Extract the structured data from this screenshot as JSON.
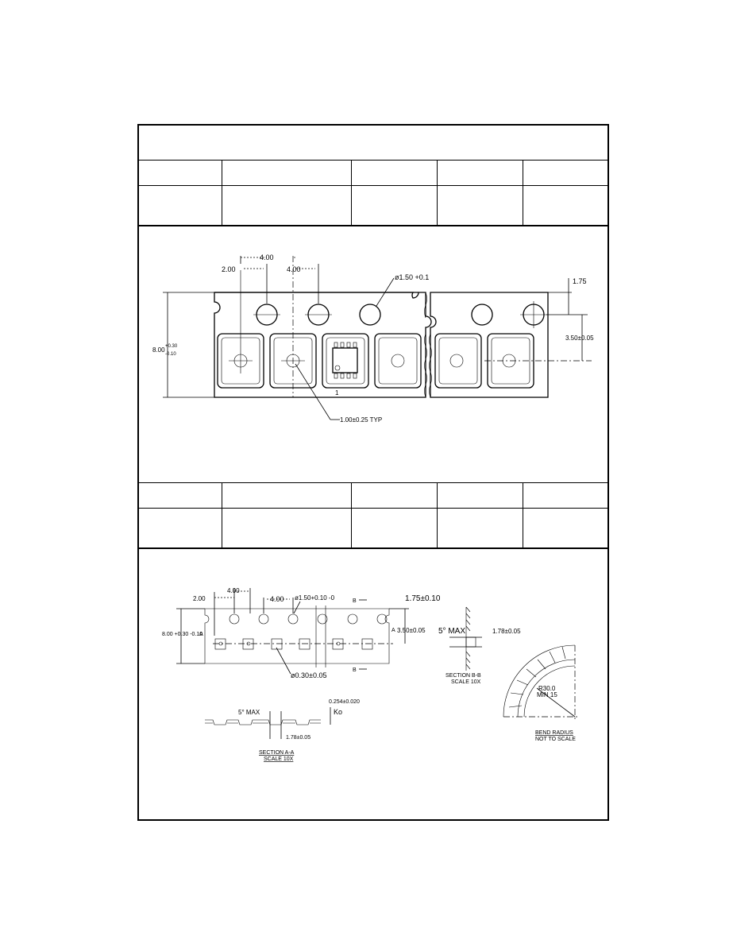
{
  "top_drawing": {
    "pitch_4": "4.00",
    "pitch_2": "2.00",
    "pocket_pitch": "4.00",
    "hole_dia": "ø1.50 +0.1",
    "edge_to_hole": "1.75",
    "hole_to_pocket": "3.50±0.05",
    "tape_width": "8.00",
    "tape_tol_plus": "+0.30",
    "tape_tol_minus": "-0.10",
    "pocket_hole": "1.00±0.25 TYP",
    "pin1": "1"
  },
  "bottom_drawing": {
    "pitch_2": "2.00",
    "pitch_4a": "4.00",
    "pitch_4b": "4.00",
    "hole_dia": "ø1.50+0.10 -0",
    "edge_to_hole": "1.75±0.10",
    "hole_to_pocket": "3.50±0.05",
    "tape_width": "8.00 +0.30 -0.10",
    "pocket_hole": "ø0.30±0.05",
    "section_b": "B",
    "section_a": "A",
    "draft_angle": "5° MAX",
    "section_bb_thk": "1.78±0.05",
    "section_bb_label": "SECTION B-B",
    "section_bb_scale": "SCALE 10X",
    "section_aa_label": "SECTION A-A",
    "section_aa_scale": "SCALE 10X",
    "cover_thk": "0.254±0.020",
    "ko": "Ko",
    "ko_dim": "1.78±0.05",
    "bend_r": "R30.0",
    "bend_note": "MIN 15",
    "bend_label": "BEND RADIUS",
    "bend_scale": "NOT TO SCALE"
  }
}
